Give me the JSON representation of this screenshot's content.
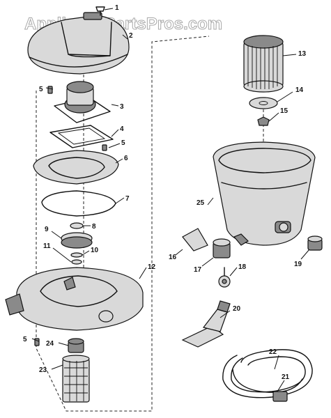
{
  "watermark": "AppliancePartsPros.com",
  "callouts": [
    {
      "id": "c1",
      "label": "1"
    },
    {
      "id": "c2",
      "label": "2"
    },
    {
      "id": "c3",
      "label": "3"
    },
    {
      "id": "c4",
      "label": "4"
    },
    {
      "id": "c5a",
      "label": "5"
    },
    {
      "id": "c5b",
      "label": "5"
    },
    {
      "id": "c5c",
      "label": "5"
    },
    {
      "id": "c6",
      "label": "6"
    },
    {
      "id": "c7",
      "label": "7"
    },
    {
      "id": "c8",
      "label": "8"
    },
    {
      "id": "c9",
      "label": "9"
    },
    {
      "id": "c10",
      "label": "10"
    },
    {
      "id": "c11",
      "label": "11"
    },
    {
      "id": "c12",
      "label": "12"
    },
    {
      "id": "c13",
      "label": "13"
    },
    {
      "id": "c14",
      "label": "14"
    },
    {
      "id": "c15",
      "label": "15"
    },
    {
      "id": "c16",
      "label": "16"
    },
    {
      "id": "c17",
      "label": "17"
    },
    {
      "id": "c18",
      "label": "18"
    },
    {
      "id": "c19",
      "label": "19"
    },
    {
      "id": "c20",
      "label": "20"
    },
    {
      "id": "c21",
      "label": "21"
    },
    {
      "id": "c22",
      "label": "22"
    },
    {
      "id": "c23",
      "label": "23"
    },
    {
      "id": "c24",
      "label": "24"
    },
    {
      "id": "c25",
      "label": "25"
    }
  ]
}
